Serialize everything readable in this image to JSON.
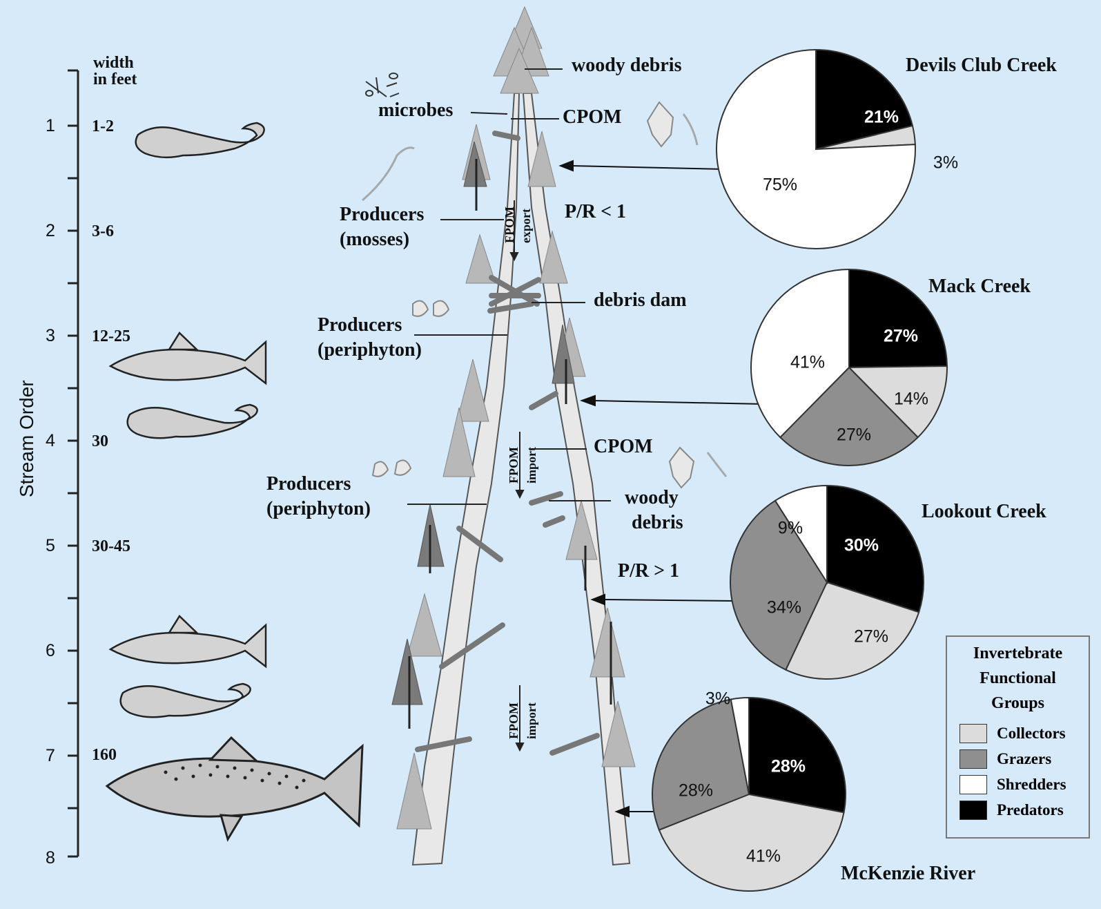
{
  "axis": {
    "title": "Stream Order",
    "width_header": [
      "width",
      "in feet"
    ],
    "ticks": [
      "1",
      "2",
      "3",
      "4",
      "5",
      "6",
      "7",
      "8"
    ],
    "widths": [
      "1-2",
      "3-6",
      "12-25",
      "30",
      "30-45",
      "160"
    ]
  },
  "labels": {
    "woody_debris_top": "woody debris",
    "microbes": "microbes",
    "cpom_top": "CPOM",
    "producers_mosses": [
      "Producers",
      "(mosses)"
    ],
    "pr_less": "P/R < 1",
    "fpom_export": [
      "FPOM",
      "export"
    ],
    "debris_dam": "debris dam",
    "producers_periphyton_1": [
      "Producers",
      "(periphyton)"
    ],
    "fpom_import_1": [
      "FPOM",
      "import"
    ],
    "cpom_mid": "CPOM",
    "producers_periphyton_2": [
      "Producers",
      "(periphyton)"
    ],
    "woody_debris_mid": [
      "woody",
      "debris"
    ],
    "pr_greater": "P/R > 1",
    "fpom_import_2": [
      "FPOM",
      "import"
    ]
  },
  "colors": {
    "background": "#d6eafa",
    "collectors": "#dcdcdc",
    "grazers": "#8f8f8f",
    "shredders": "#ffffff",
    "predators": "#000000"
  },
  "legend": {
    "title": [
      "Invertebrate",
      "Functional",
      "Groups"
    ],
    "items": [
      {
        "label": "Collectors",
        "color": "#dcdcdc"
      },
      {
        "label": "Grazers",
        "color": "#8f8f8f"
      },
      {
        "label": "Shredders",
        "color": "#ffffff"
      },
      {
        "label": "Predators",
        "color": "#000000"
      }
    ]
  },
  "pies": [
    {
      "name": "Devils Club Creek",
      "slices": {
        "predators": 21,
        "collectors": 3,
        "grazers": 0,
        "shredders": 75
      }
    },
    {
      "name": "Mack Creek",
      "slices": {
        "predators": 27,
        "collectors": 14,
        "grazers": 27,
        "shredders": 41
      }
    },
    {
      "name": "Lookout Creek",
      "slices": {
        "predators": 30,
        "collectors": 27,
        "grazers": 34,
        "shredders": 9
      }
    },
    {
      "name": "McKenzie River",
      "slices": {
        "predators": 28,
        "collectors": 41,
        "grazers": 28,
        "shredders": 3
      }
    }
  ],
  "pie_labels": {
    "devils": [
      "21%",
      "3%",
      "75%"
    ],
    "mack": [
      "27%",
      "14%",
      "27%",
      "41%"
    ],
    "lookout": [
      "30%",
      "27%",
      "34%",
      "9%"
    ],
    "mckenzie": [
      "28%",
      "41%",
      "28%",
      "3%"
    ]
  }
}
